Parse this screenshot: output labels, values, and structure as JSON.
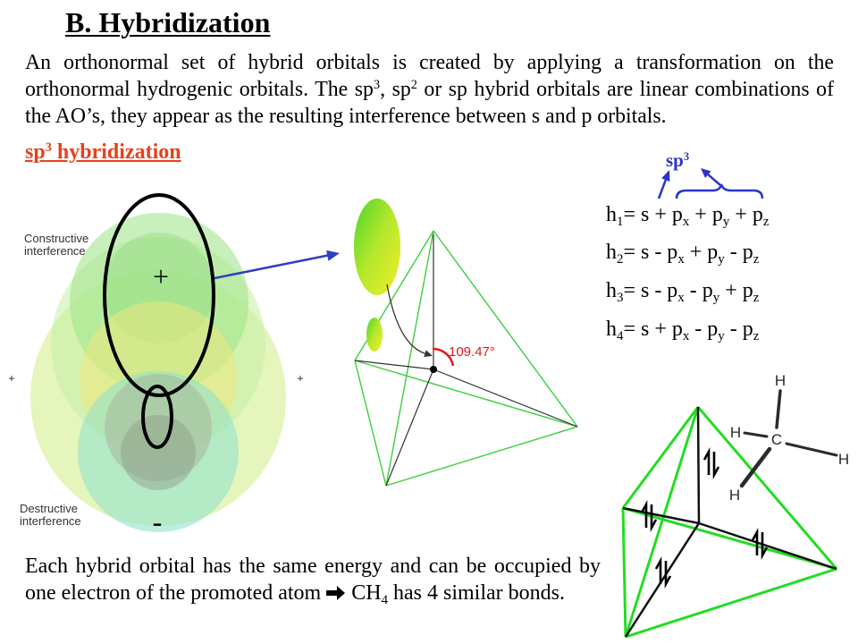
{
  "title": "B. Hybridization",
  "intro": {
    "text_1": "An orthonormal set of hybrid orbitals is created by applying a transformation on the orthonormal hydrogenic orbitals. The sp",
    "sup_1": "3",
    "text_2": ", sp",
    "sup_2": "2",
    "text_3": " or sp hybrid orbitals are linear combinations of the AO’s, they appear as the resulting interference between s and p orbitals."
  },
  "section_heading": {
    "text": "sp",
    "sup": "3",
    "rest": " hybridization",
    "color": "#e8401c"
  },
  "interference_diagram": {
    "constructive_label": [
      "Constructive",
      "interference"
    ],
    "destructive_label": [
      "Destructive",
      "interference"
    ],
    "upper_lobe_sign": "+",
    "lower_lobe_sign": "-",
    "left_sign": "+",
    "right_sign": "+"
  },
  "tetrahedron_angle": {
    "label": "109.47°",
    "color": "#e8141c"
  },
  "hybrid_label": {
    "text": "sp",
    "sup": "3",
    "color": "#2a35c8"
  },
  "equations": [
    [
      {
        "t": "h",
        "sub": "1"
      },
      {
        "t": "= s + p",
        "sub": "x"
      },
      {
        "t": " + p",
        "sub": "y"
      },
      {
        "t": " + p",
        "sub": "z"
      }
    ],
    [
      {
        "t": "h",
        "sub": "2"
      },
      {
        "t": "= s - p",
        "sub": "x"
      },
      {
        "t": " + p",
        "sub": "y"
      },
      {
        "t": " - p",
        "sub": "z"
      }
    ],
    [
      {
        "t": "h",
        "sub": "3"
      },
      {
        "t": "= s - p",
        "sub": "x"
      },
      {
        "t": " - p",
        "sub": "y"
      },
      {
        "t": " + p",
        "sub": "z"
      }
    ],
    [
      {
        "t": "h",
        "sub": "4"
      },
      {
        "t": "= s + p",
        "sub": "x"
      },
      {
        "t": " - p",
        "sub": "y"
      },
      {
        "t": " - p",
        "sub": "z"
      }
    ]
  ],
  "methane": {
    "top_h": "H",
    "left_h": "H",
    "carbon": "C",
    "right_h": "H",
    "bottom_h": "H"
  },
  "icons": {
    "electron_pair": "electron-pair-icon",
    "conclusion_arrow": "right-arrow-icon"
  },
  "conclusion": {
    "text_1": "Each hybrid orbital has the same energy and can be occupied by one electron of the promoted atom ",
    "text_2": " CH",
    "sub": "4",
    "text_3": " has 4 similar bonds."
  },
  "colors": {
    "tetrahedron_green": "#22dd22",
    "arrow_blue": "#2a35c8",
    "heading_red": "#e8401c"
  }
}
